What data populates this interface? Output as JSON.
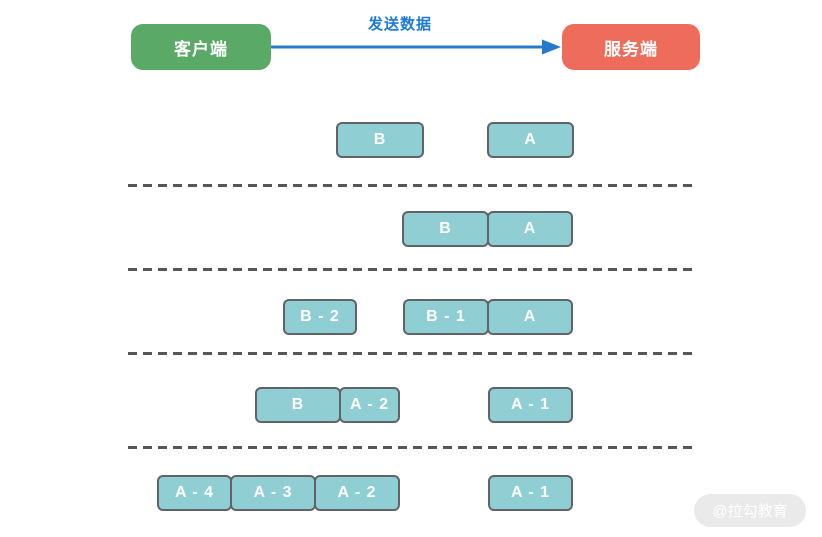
{
  "header": {
    "client_label": "客户端",
    "arrow_label": "发送数据",
    "server_label": "服务端"
  },
  "rows": [
    {
      "boxes": [
        "B",
        "A"
      ]
    },
    {
      "boxes": [
        "B",
        "A"
      ]
    },
    {
      "boxes": [
        "B - 2",
        "B - 1",
        "A"
      ]
    },
    {
      "boxes": [
        "B",
        "A - 2",
        "A - 1"
      ]
    },
    {
      "boxes": [
        "A - 4",
        "A - 3",
        "A - 2",
        "A - 1"
      ]
    }
  ],
  "watermark": "@拉勾教育",
  "colors": {
    "client-bg": "#5BA966",
    "server-bg": "#ED6C5C",
    "arrow-blue": "#2779CC",
    "label-blue": "#1C7AD9",
    "packet-fill": "#8FCED2",
    "packet-border": "#606468",
    "dash-color": "#54565C",
    "watermark-bg": "#EAEAEA"
  }
}
